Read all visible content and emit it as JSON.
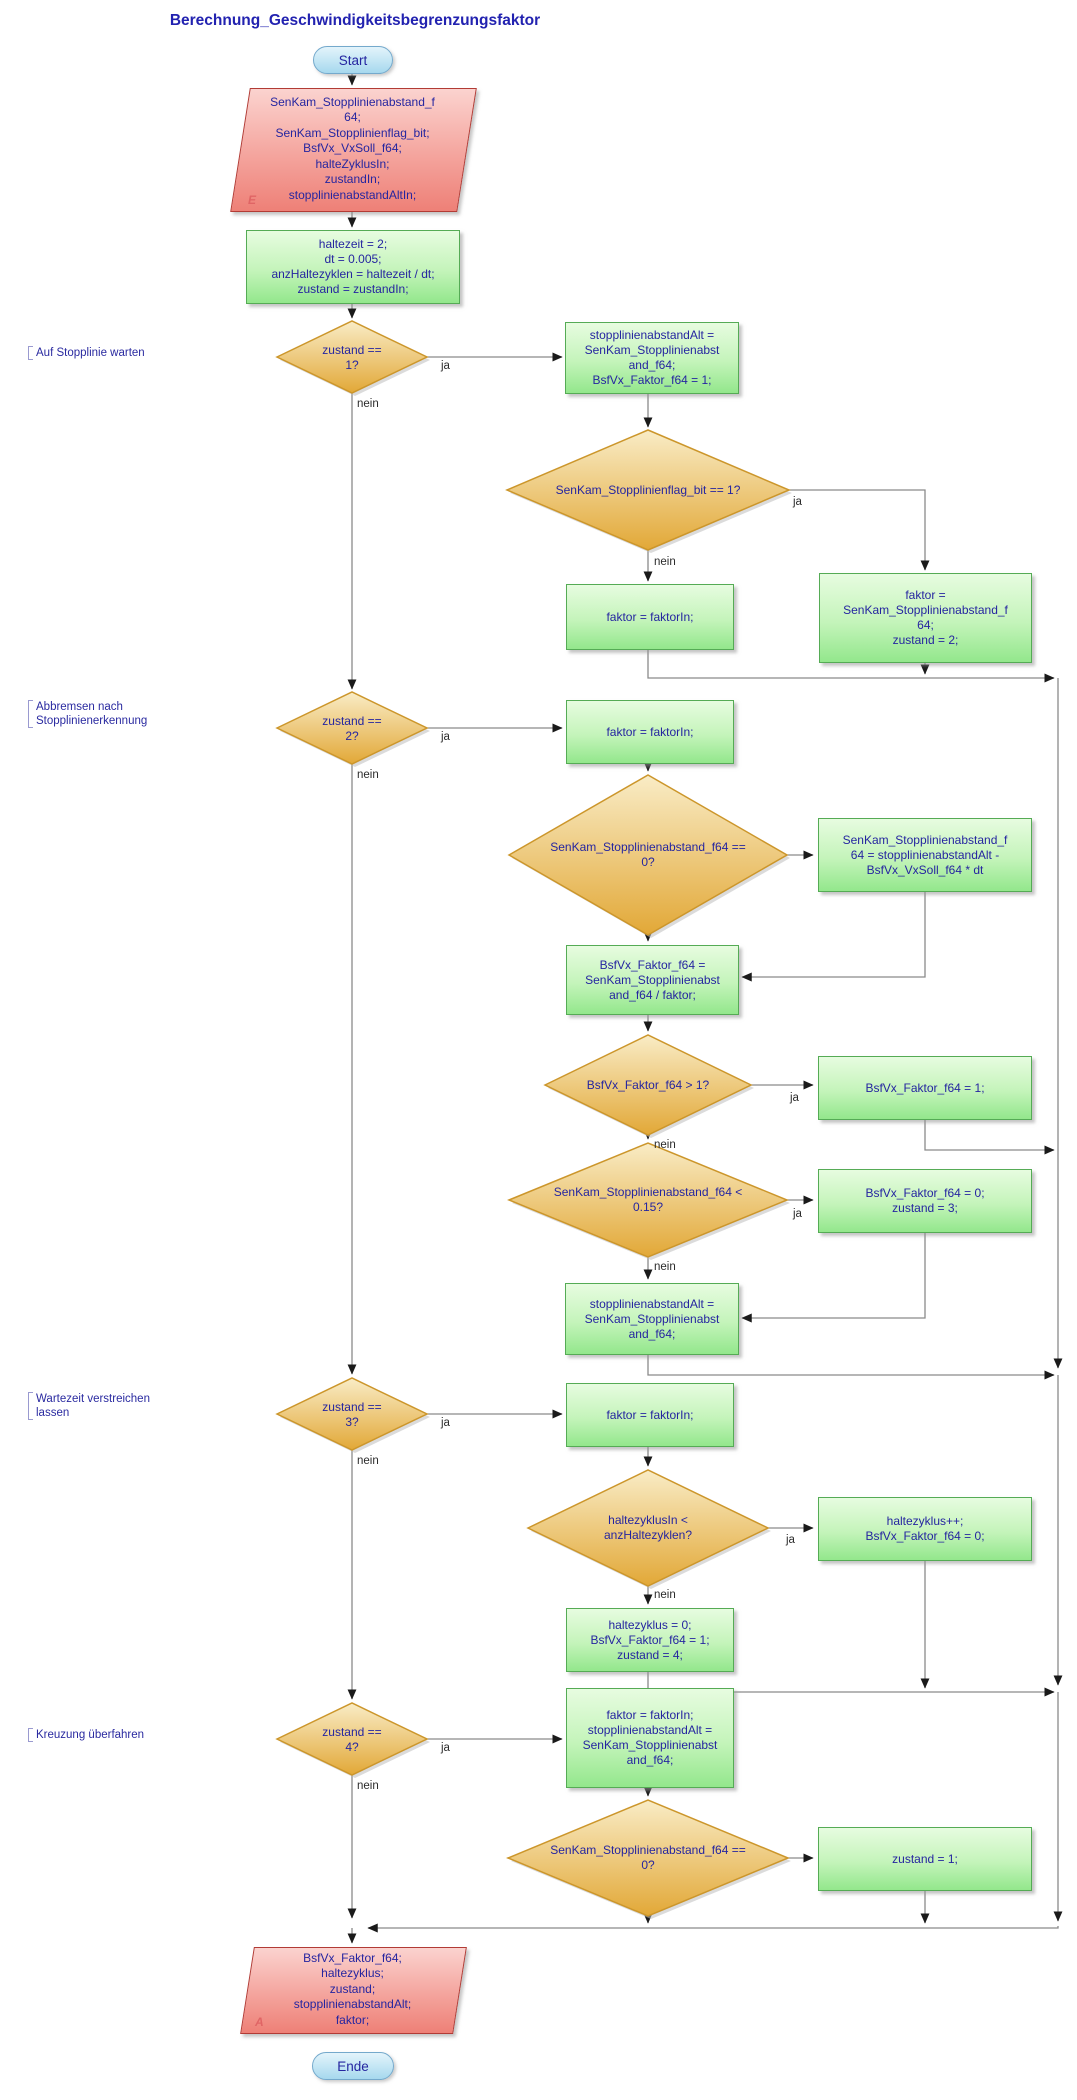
{
  "title": "Berechnung_Geschwindigkeitsbegrenzungsfaktor",
  "terminators": {
    "start": "Start",
    "end": "Ende"
  },
  "branch_labels": {
    "yes": "ja",
    "no": "nein"
  },
  "markers": {
    "input": "E",
    "output": "A"
  },
  "section_labels": {
    "s1": "Auf Stopplinie warten",
    "s2": "Abbremsen nach\nStopplinienerkennung",
    "s3": "Wartezeit verstreichen\nlassen",
    "s4": "Kreuzung überfahren"
  },
  "io": {
    "inputs": "SenKam_Stopplinienabstand_f\n64;\nSenKam_Stopplinienflag_bit;\nBsfVx_VxSoll_f64;\nhalteZyklusIn;\nzustandIn;\nstopplinienabstandAltIn;",
    "outputs": "BsfVx_Faktor_f64;\nhaltezyklus;\nzustand;\nstopplinienabstandAlt;\nfaktor;"
  },
  "decisions": {
    "d1": "zustand ==\n1?",
    "flag": "SenKam_Stopplinienflag_bit == 1?",
    "d2": "zustand ==\n2?",
    "zero1": "SenKam_Stopplinienabstand_f64 ==\n0?",
    "gt1": "BsfVx_Faktor_f64 > 1?",
    "lt015": "SenKam_Stopplinienabstand_f64 <\n0.15?",
    "d3": "zustand ==\n3?",
    "hz": "haltezyklusIn <\nanzHaltezyklen?",
    "d4": "zustand ==\n4?",
    "zero2": "SenKam_Stopplinienabstand_f64 ==\n0?"
  },
  "processes": {
    "init": "haltezeit = 2;\ndt = 0.005;\nanzHaltezyklen = haltezeit / dt;\nzustand = zustandIn;",
    "s1_store": "stopplinienabstandAlt =\nSenKam_Stopplinienabst\nand_f64;\nBsfVx_Faktor_f64 = 1;",
    "s1_faktor": "faktor = faktorIn;",
    "s1_set2": "faktor =\nSenKam_Stopplinienabstand_f\n64;\nzustand = 2;",
    "s2_faktor": "faktor = faktorIn;",
    "s2_estimate": "SenKam_Stopplinienabstand_f\n64 = stopplinienabstandAlt -\nBsfVx_VxSoll_f64 * dt",
    "s2_factor": "BsfVx_Faktor_f64 =\nSenKam_Stopplinienabst\nand_f64 / faktor;",
    "s2_limit": "BsfVx_Faktor_f64 = 1;",
    "s2_set3": "BsfVx_Faktor_f64 = 0;\nzustand = 3;",
    "s2_store": "stopplinienabstandAlt =\nSenKam_Stopplinienabst\nand_f64;",
    "s3_faktor": "faktor = faktorIn;",
    "s3_count": "haltezyklus++;\nBsfVx_Faktor_f64 = 0;",
    "s3_set4": "haltezyklus = 0;\nBsfVx_Faktor_f64 = 1;\nzustand = 4;",
    "s4_store": "faktor = faktorIn;\nstopplinienabstandAlt =\nSenKam_Stopplinienabst\nand_f64;",
    "s4_set1": "zustand = 1;"
  }
}
